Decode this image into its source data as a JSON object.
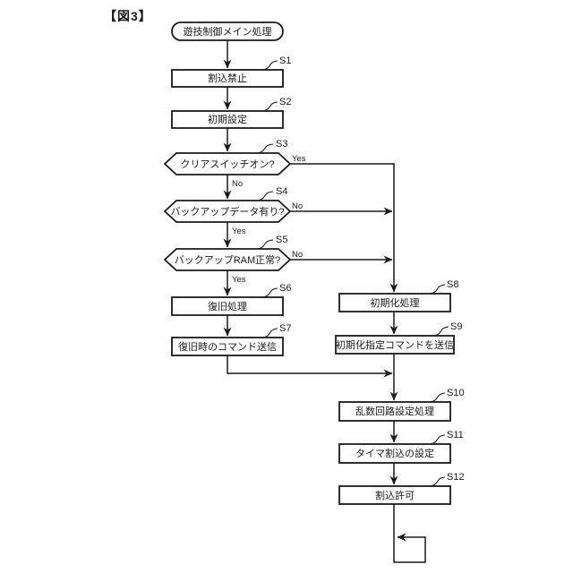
{
  "figure_label": "【図3】",
  "flowchart": {
    "start": {
      "label": "遊技制御メイン処理",
      "type": "terminal"
    },
    "steps": [
      {
        "id": "S1",
        "type": "process",
        "label": "割込禁止"
      },
      {
        "id": "S2",
        "type": "process",
        "label": "初期設定"
      },
      {
        "id": "S3",
        "type": "decision",
        "label": "クリアスイッチオン?",
        "yes": "Yes",
        "no": "No"
      },
      {
        "id": "S4",
        "type": "decision",
        "label": "バックアップデータ有り?",
        "yes": "Yes",
        "no": "No"
      },
      {
        "id": "S5",
        "type": "decision",
        "label": "バックアップRAM正常?",
        "yes": "Yes",
        "no": "No"
      },
      {
        "id": "S6",
        "type": "process",
        "label": "復旧処理"
      },
      {
        "id": "S7",
        "type": "process",
        "label": "復旧時のコマンド送信"
      },
      {
        "id": "S8",
        "type": "process",
        "label": "初期化処理"
      },
      {
        "id": "S9",
        "type": "process",
        "label": "初期化指定コマンドを送信"
      },
      {
        "id": "S10",
        "type": "process",
        "label": "乱数回路設定処理"
      },
      {
        "id": "S11",
        "type": "process",
        "label": "タイマ割込の設定"
      },
      {
        "id": "S12",
        "type": "process",
        "label": "割込許可"
      }
    ],
    "branch_labels": {
      "yes": "Yes",
      "no": "No"
    },
    "colors": {
      "line": "#1a1a1a",
      "background": "#ffffff"
    }
  }
}
